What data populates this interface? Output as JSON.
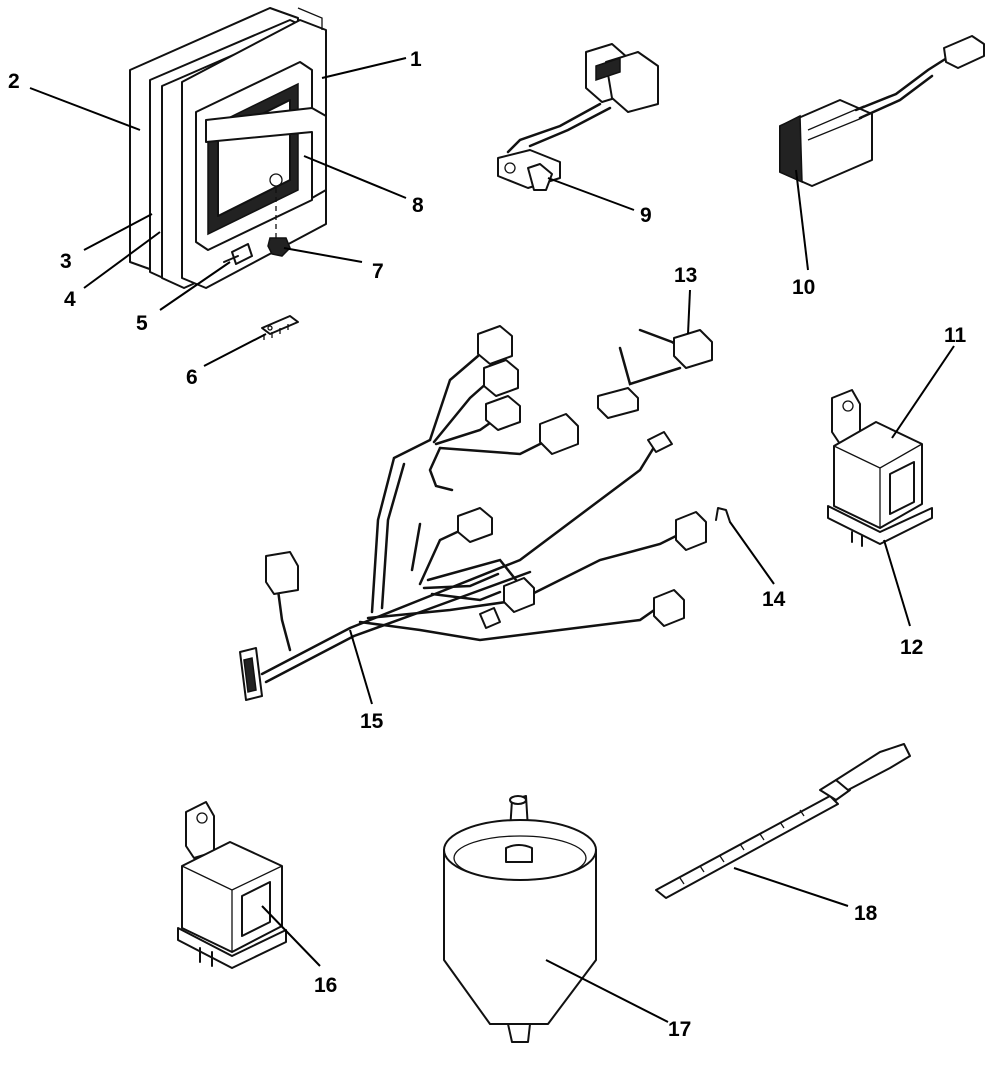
{
  "callouts": [
    {
      "id": "1",
      "text": "1"
    },
    {
      "id": "2",
      "text": "2"
    },
    {
      "id": "3",
      "text": "3"
    },
    {
      "id": "4",
      "text": "4"
    },
    {
      "id": "5",
      "text": "5"
    },
    {
      "id": "6",
      "text": "6"
    },
    {
      "id": "7",
      "text": "7"
    },
    {
      "id": "8",
      "text": "8"
    },
    {
      "id": "9",
      "text": "9"
    },
    {
      "id": "10",
      "text": "10"
    },
    {
      "id": "11",
      "text": "11"
    },
    {
      "id": "12",
      "text": "12"
    },
    {
      "id": "13",
      "text": "13"
    },
    {
      "id": "14",
      "text": "14"
    },
    {
      "id": "15",
      "text": "15"
    },
    {
      "id": "16",
      "text": "16"
    },
    {
      "id": "17",
      "text": "17"
    },
    {
      "id": "18",
      "text": "18"
    }
  ]
}
